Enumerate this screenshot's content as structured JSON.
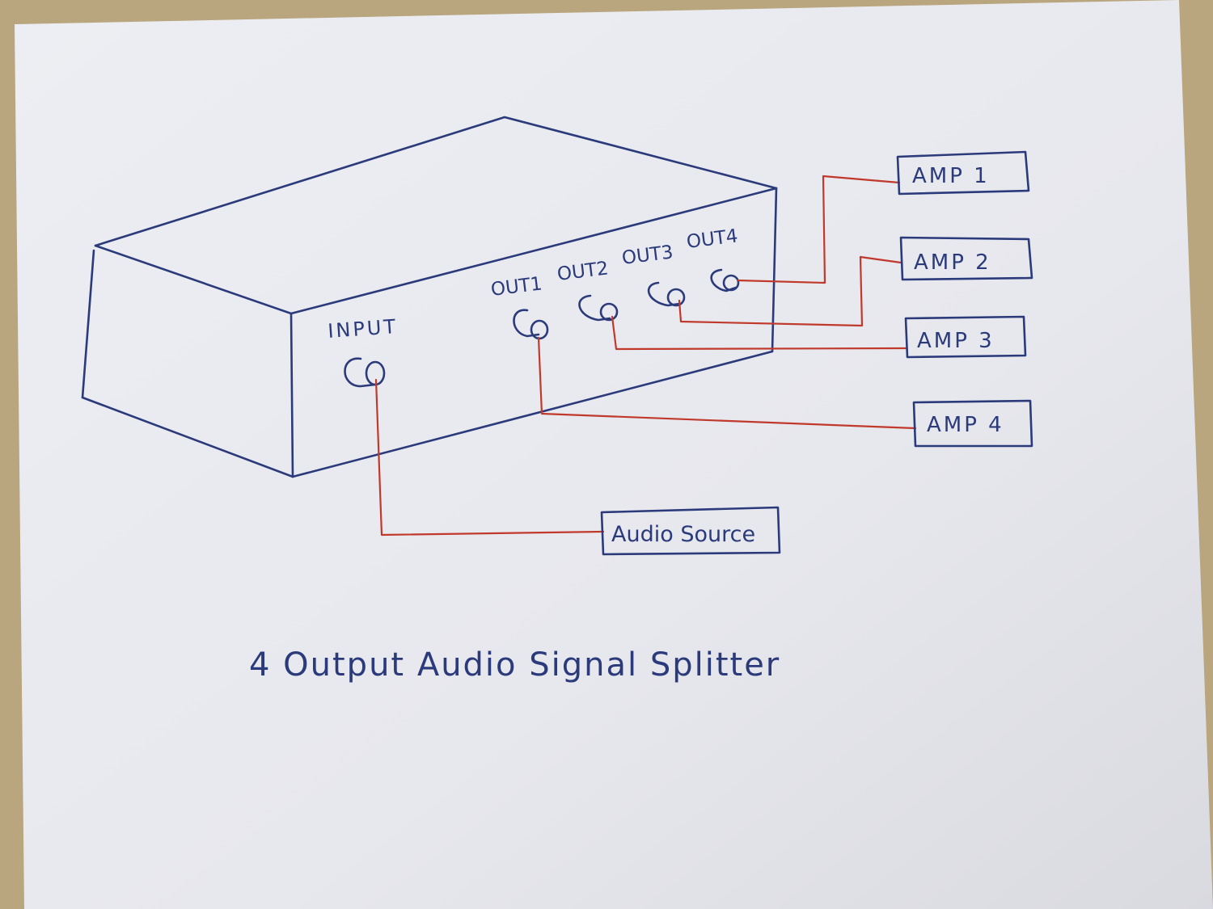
{
  "title": "4 Output Audio Signal Splitter",
  "device": {
    "input_label": "INPUT",
    "outputs": [
      "OUT1",
      "OUT2",
      "OUT3",
      "OUT4"
    ]
  },
  "amps": [
    "AMP 1",
    "AMP 2",
    "AMP 3",
    "AMP 4"
  ],
  "source_label": "Audio Source",
  "colors": {
    "paper": "#edeef2",
    "ink": "#2b3a7a",
    "wire": "#c0392b",
    "table": "#b9a57e"
  }
}
